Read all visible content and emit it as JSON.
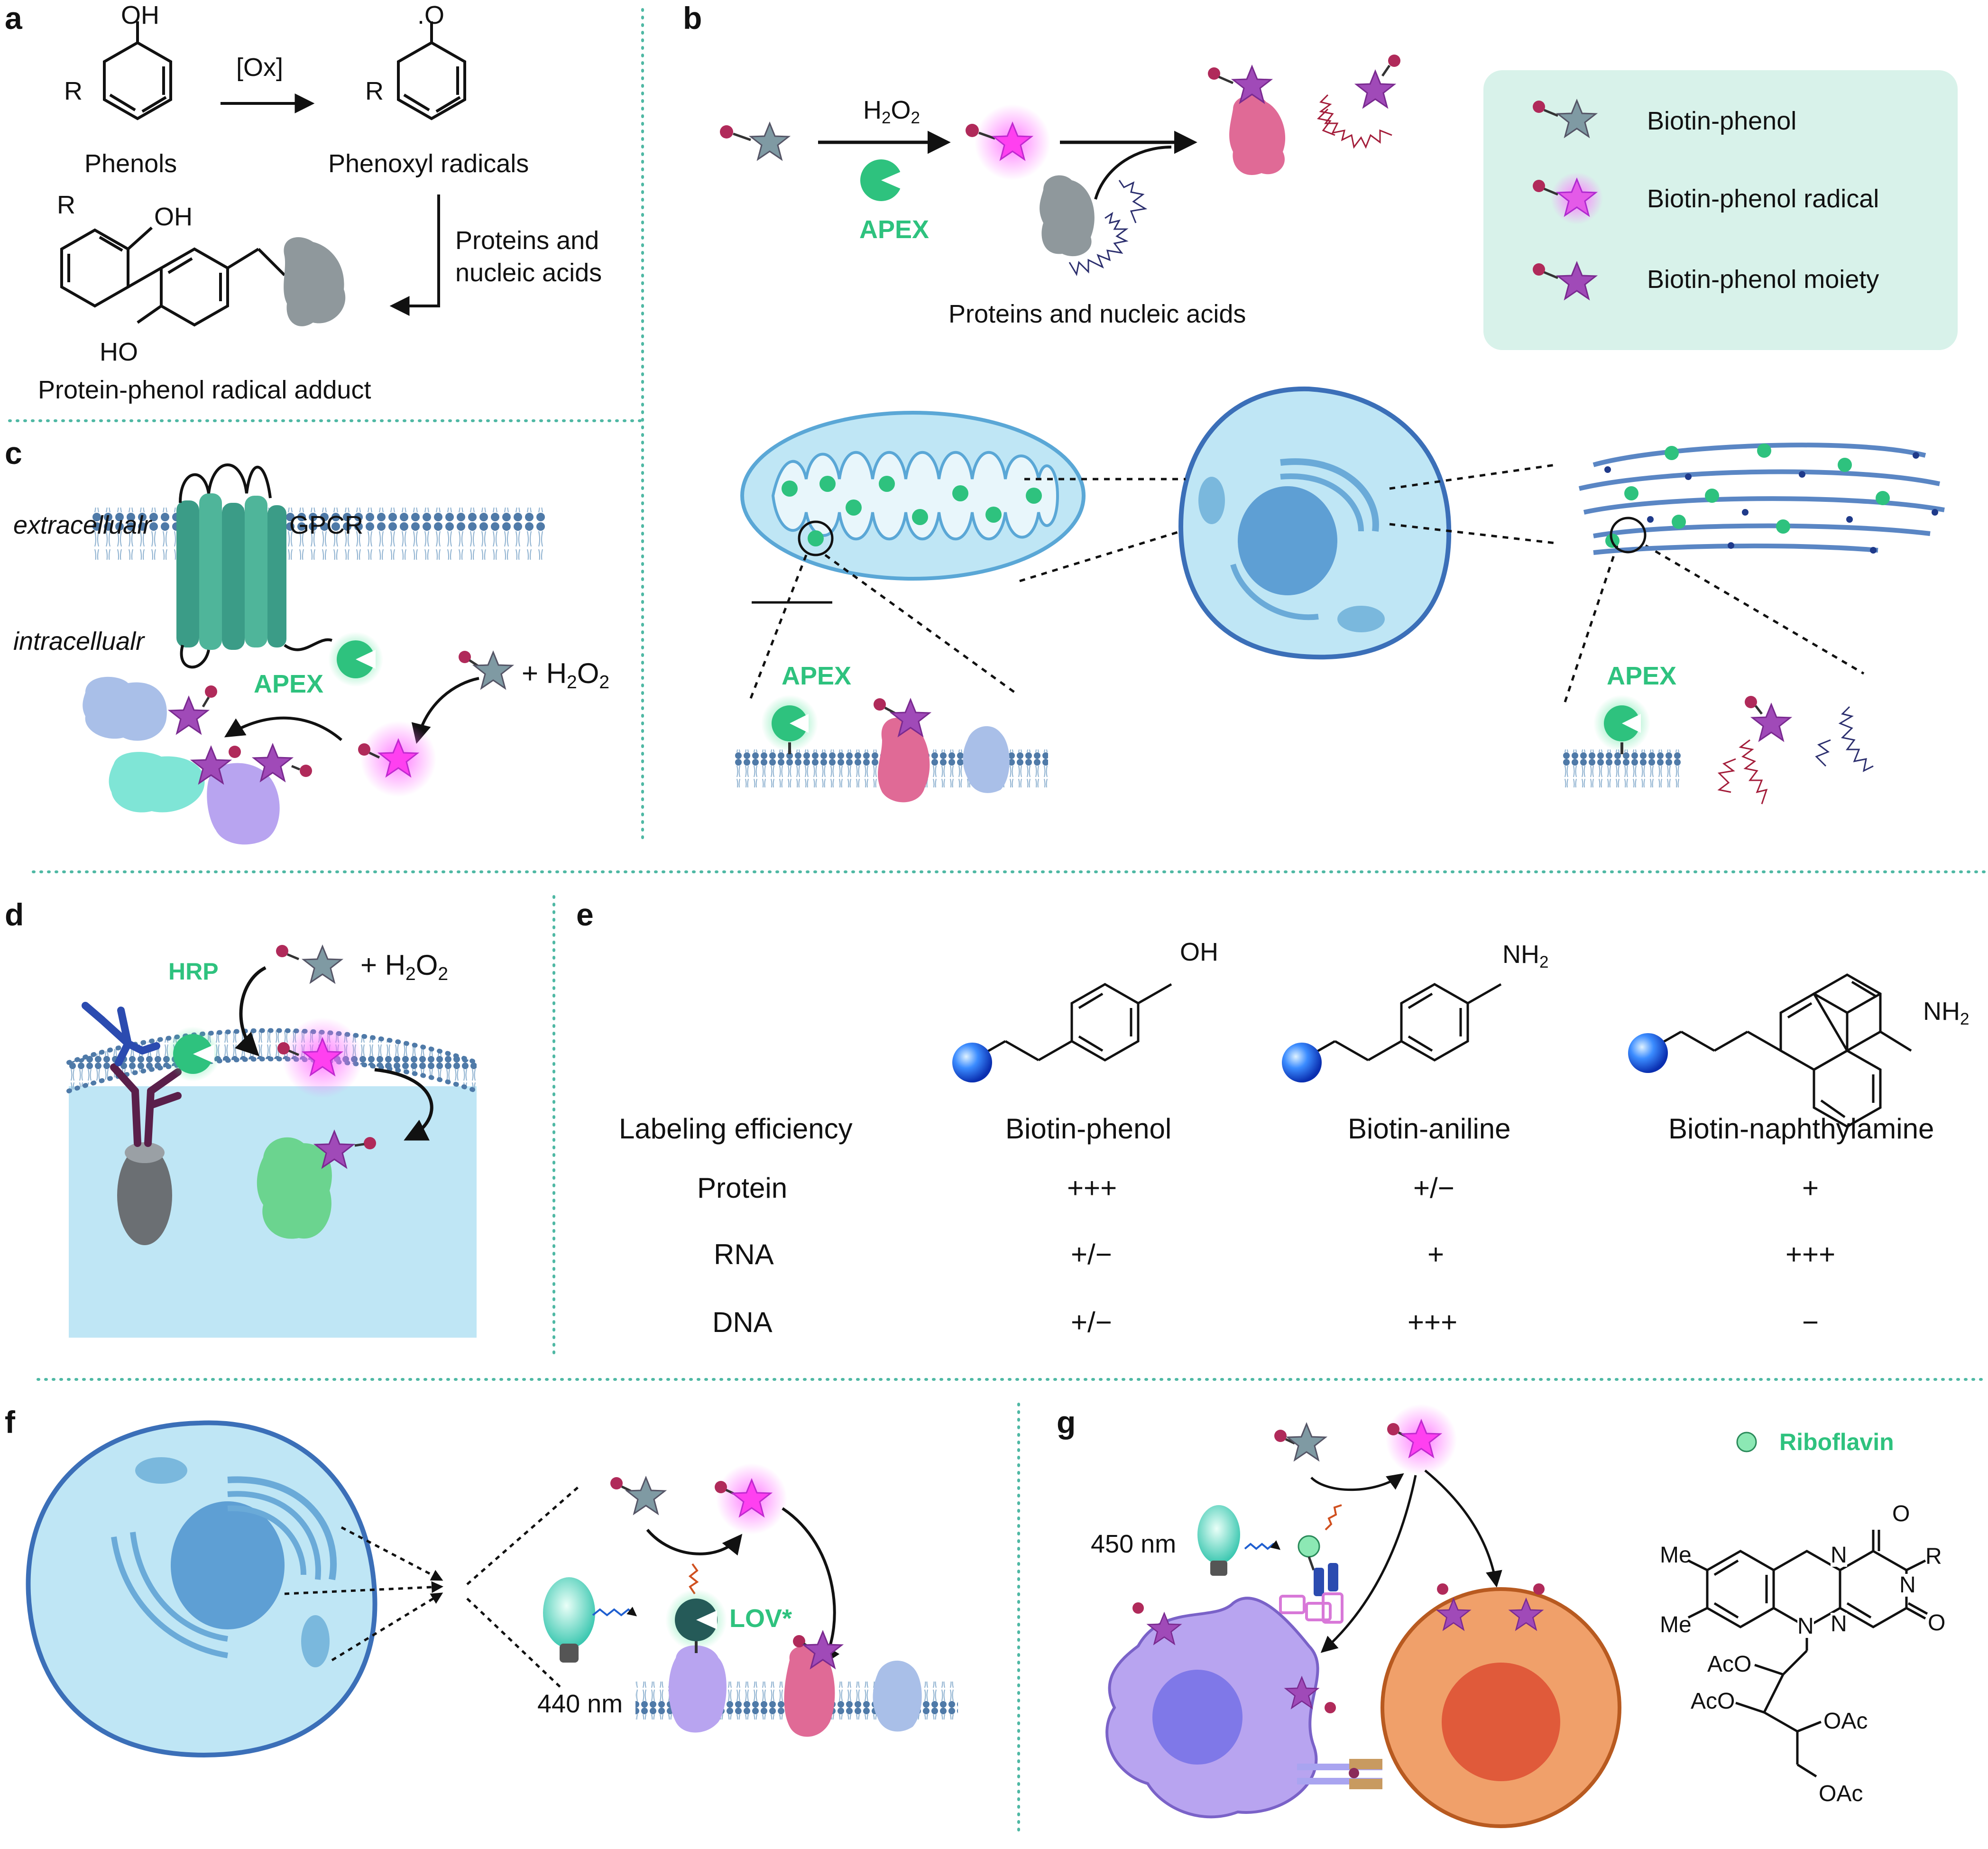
{
  "panels": {
    "a": {
      "label": "a",
      "oh": "OH",
      "r1": "R",
      "reagent": "[Ox]",
      "radical_o": ".O",
      "r2": "R",
      "phenols": "Phenols",
      "radicals": "Phenoxyl radicals",
      "proteins_line1": "Proteins and",
      "proteins_line2": "nucleic acids",
      "r3": "R",
      "oh2": "OH",
      "ho": "HO",
      "adduct": "Protein-phenol radical adduct"
    },
    "b": {
      "label": "b",
      "h2o2": "H",
      "h2o2_sub1": "2",
      "h2o2_o": "O",
      "h2o2_sub2": "2",
      "apex": "APEX",
      "targets": "Proteins and nucleic acids",
      "legend": [
        "Biotin-phenol",
        "Biotin-phenol radical",
        "Biotin-phenol moiety"
      ],
      "apex_left": "APEX",
      "apex_right": "APEX"
    },
    "c": {
      "label": "c",
      "extracellular": "extracellualr",
      "intracellular": "intracellualr",
      "gpcr": "GPCR",
      "apex": "APEX",
      "plus": "+ H",
      "sub1": "2",
      "o": "O",
      "sub2": "2"
    },
    "d": {
      "label": "d",
      "hrp": "HRP",
      "plus": "+ H",
      "sub1": "2",
      "o": "O",
      "sub2": "2"
    },
    "e": {
      "label": "e",
      "oh": "OH",
      "nh2a": "NH",
      "nh2a_sub": "2",
      "nh2b": "NH",
      "nh2b_sub": "2",
      "header": [
        "Labeling efficiency",
        "Biotin-phenol",
        "Biotin-aniline",
        "Biotin-naphthylamine"
      ],
      "rows": [
        {
          "name": "Protein",
          "values": [
            "+++",
            "+/−",
            "+"
          ]
        },
        {
          "name": "RNA",
          "values": [
            "+/−",
            "+",
            "+++"
          ]
        },
        {
          "name": "DNA",
          "values": [
            "+/−",
            "+++",
            "−"
          ]
        }
      ]
    },
    "f": {
      "label": "f",
      "lov": "LOV*",
      "wavelength": "440 nm"
    },
    "g": {
      "label": "g",
      "wavelength": "450 nm",
      "riboflavin": "Riboflavin",
      "me1": "Me",
      "me2": "Me",
      "o1": "O",
      "o2": "O",
      "n1": "N",
      "n2": "N",
      "n3": "N",
      "n4": "N",
      "r": "R",
      "aco1": "AcO",
      "aco2": "AcO",
      "oac1": "OAc",
      "oac2": "OAc"
    }
  },
  "colors": {
    "separator": "#4fb8a4",
    "apex_green": "#2ec27e",
    "biotin_phenol": "#7f9aa3",
    "radical_magenta": "#e040e0",
    "moiety_purple": "#a04ab8",
    "legend_bg": "#d8f2ea",
    "cell_blue": "#bfe6f5",
    "nucleus": "#5e9fd4"
  }
}
